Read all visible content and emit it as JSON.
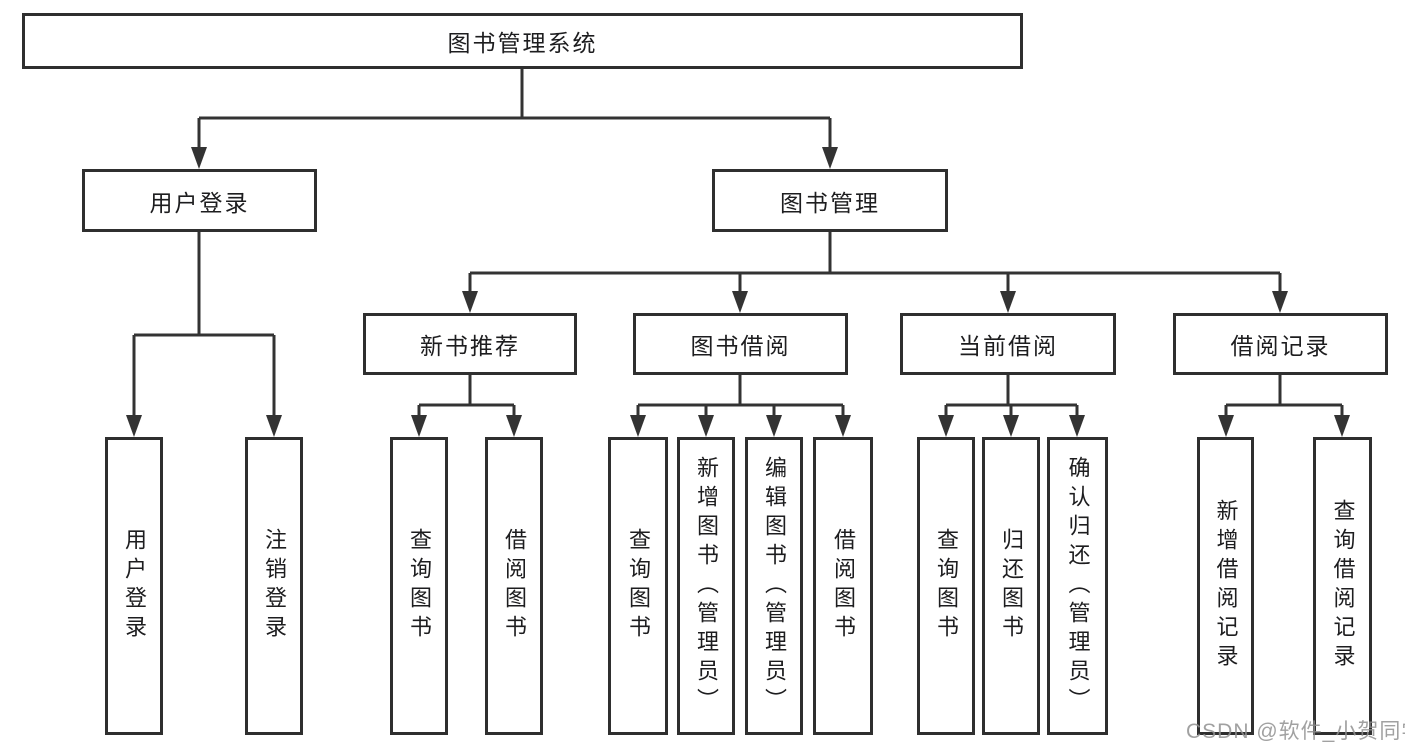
{
  "colors": {
    "line": "#333333",
    "box_border": "#2f2f2f",
    "text": "#1d1d1f",
    "watermark": "#919191",
    "background": "#ffffff"
  },
  "watermark": {
    "text": "CSDN @软件_小贺同学"
  },
  "tree": {
    "root": {
      "label": "图书管理系统",
      "children": [
        {
          "label": "用户登录",
          "children": [
            {
              "label": "用户登录"
            },
            {
              "label": "注销登录"
            }
          ]
        },
        {
          "label": "图书管理",
          "children": [
            {
              "label": "新书推荐",
              "children": [
                {
                  "label": "查询图书"
                },
                {
                  "label": "借阅图书"
                }
              ]
            },
            {
              "label": "图书借阅",
              "children": [
                {
                  "label": "查询图书"
                },
                {
                  "label": "新增图书（管理员）"
                },
                {
                  "label": "编辑图书（管理员）"
                },
                {
                  "label": "借阅图书"
                }
              ]
            },
            {
              "label": "当前借阅",
              "children": [
                {
                  "label": "查询图书"
                },
                {
                  "label": "归还图书"
                },
                {
                  "label": "确认归还（管理员）"
                }
              ]
            },
            {
              "label": "借阅记录",
              "children": [
                {
                  "label": "新增借阅记录"
                },
                {
                  "label": "查询借阅记录"
                }
              ]
            }
          ]
        }
      ]
    }
  }
}
